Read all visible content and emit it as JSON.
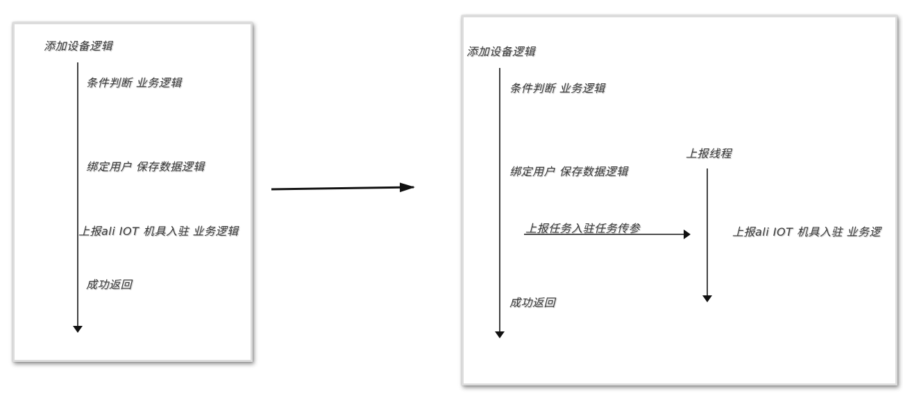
{
  "left_panel": {
    "title": "添加设备逻辑",
    "step_condition": "条件判断  业务逻辑",
    "step_bind": "绑定用户 保存数据逻辑",
    "step_report": "上报ali IOT 机具入驻 业务逻辑",
    "step_success": "成功返回"
  },
  "right_panel": {
    "title": "添加设备逻辑",
    "step_condition": "条件判断  业务逻辑",
    "step_bind": "绑定用户 保存数据逻辑",
    "step_task": "上报任务入驻任务传参",
    "step_success": "成功返回",
    "thread_title": "上报线程",
    "thread_step": "上报ali IOT 机具入驻 业务逻"
  },
  "colors": {
    "line": "#111111",
    "text": "#3a3a3a",
    "panel_border": "#dcdcdc"
  }
}
